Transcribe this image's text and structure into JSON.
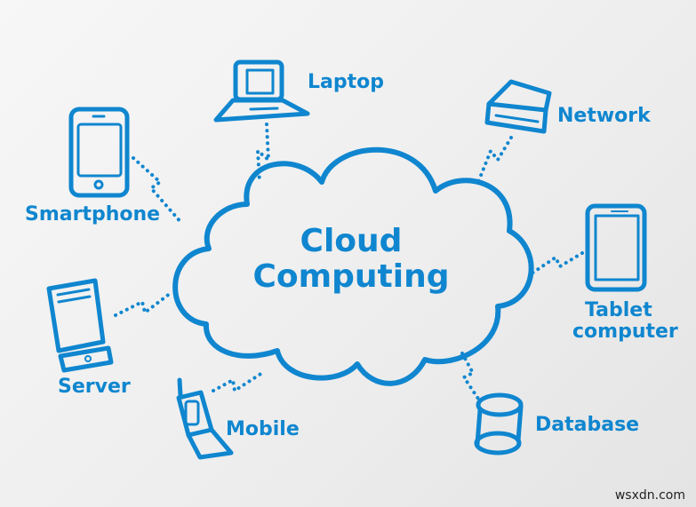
{
  "diagram": {
    "center": {
      "line1": "Cloud",
      "line2": "Computing"
    },
    "nodes": [
      {
        "id": "laptop",
        "label": "Laptop",
        "icon": "laptop-icon"
      },
      {
        "id": "network",
        "label": "Network",
        "icon": "network-drive-icon"
      },
      {
        "id": "smartphone",
        "label": "Smartphone",
        "icon": "smartphone-icon"
      },
      {
        "id": "tablet",
        "label_line1": "Tablet",
        "label_line2": "computer",
        "icon": "tablet-icon"
      },
      {
        "id": "server",
        "label": "Server",
        "icon": "server-icon"
      },
      {
        "id": "mobile",
        "label": "Mobile",
        "icon": "flip-phone-icon"
      },
      {
        "id": "database",
        "label": "Database",
        "icon": "database-icon"
      }
    ],
    "colors": {
      "accent": "#0f86cf",
      "background": "#efefef"
    }
  },
  "watermark": "wsxdn.com"
}
